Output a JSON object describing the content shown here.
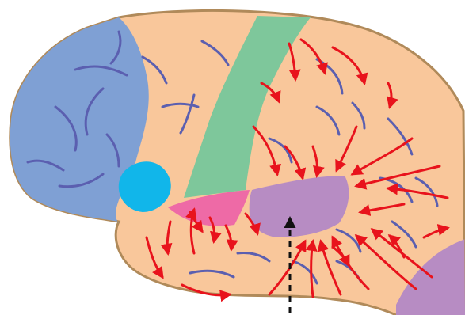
{
  "diagram": {
    "kind": "brain-lateral-view-illustration",
    "colors": {
      "background": "#ffffff",
      "cortex_fill": "#f9c79b",
      "cortex_outline": "#b08a5a",
      "frontal_region": "#7fa0d4",
      "motor_strip": "#7ec79b",
      "blue_spot": "#11b6ea",
      "pink_region": "#ee6aa6",
      "purple_region": "#b78cc3",
      "sulci": "#5b5fb0",
      "arrows": "#e8131c",
      "pointer_arrow": "#111111"
    },
    "arrows_converge_on": "purple_region",
    "pointer_arrow_style": "dashed"
  }
}
